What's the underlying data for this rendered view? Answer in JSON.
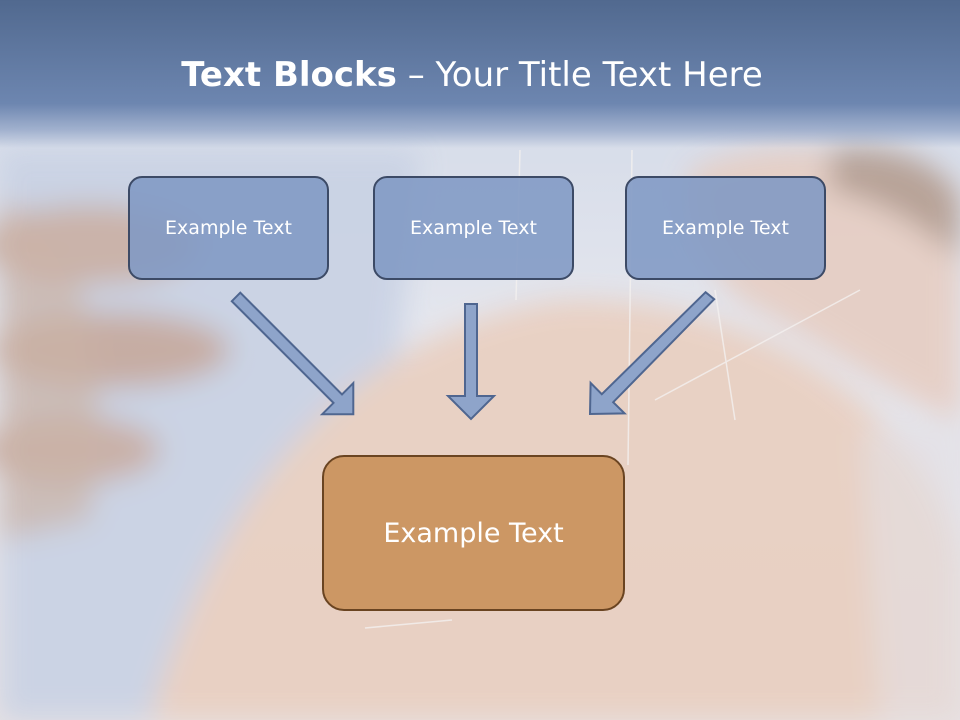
{
  "title": {
    "bold": "Text Blocks",
    "separator": " – ",
    "rest": "Your Title Text Here"
  },
  "boxes": {
    "top": [
      "Example Text",
      "Example Text",
      "Example Text"
    ],
    "bottom": "Example Text"
  },
  "colors": {
    "header": "#6d86b0",
    "box_fill": "#8098c4",
    "box_border": "#3c4a66",
    "target_fill": "#cc9764",
    "target_border": "#6a4421",
    "arrow_fill": "#8ea4ca",
    "arrow_stroke": "#4f6690"
  }
}
